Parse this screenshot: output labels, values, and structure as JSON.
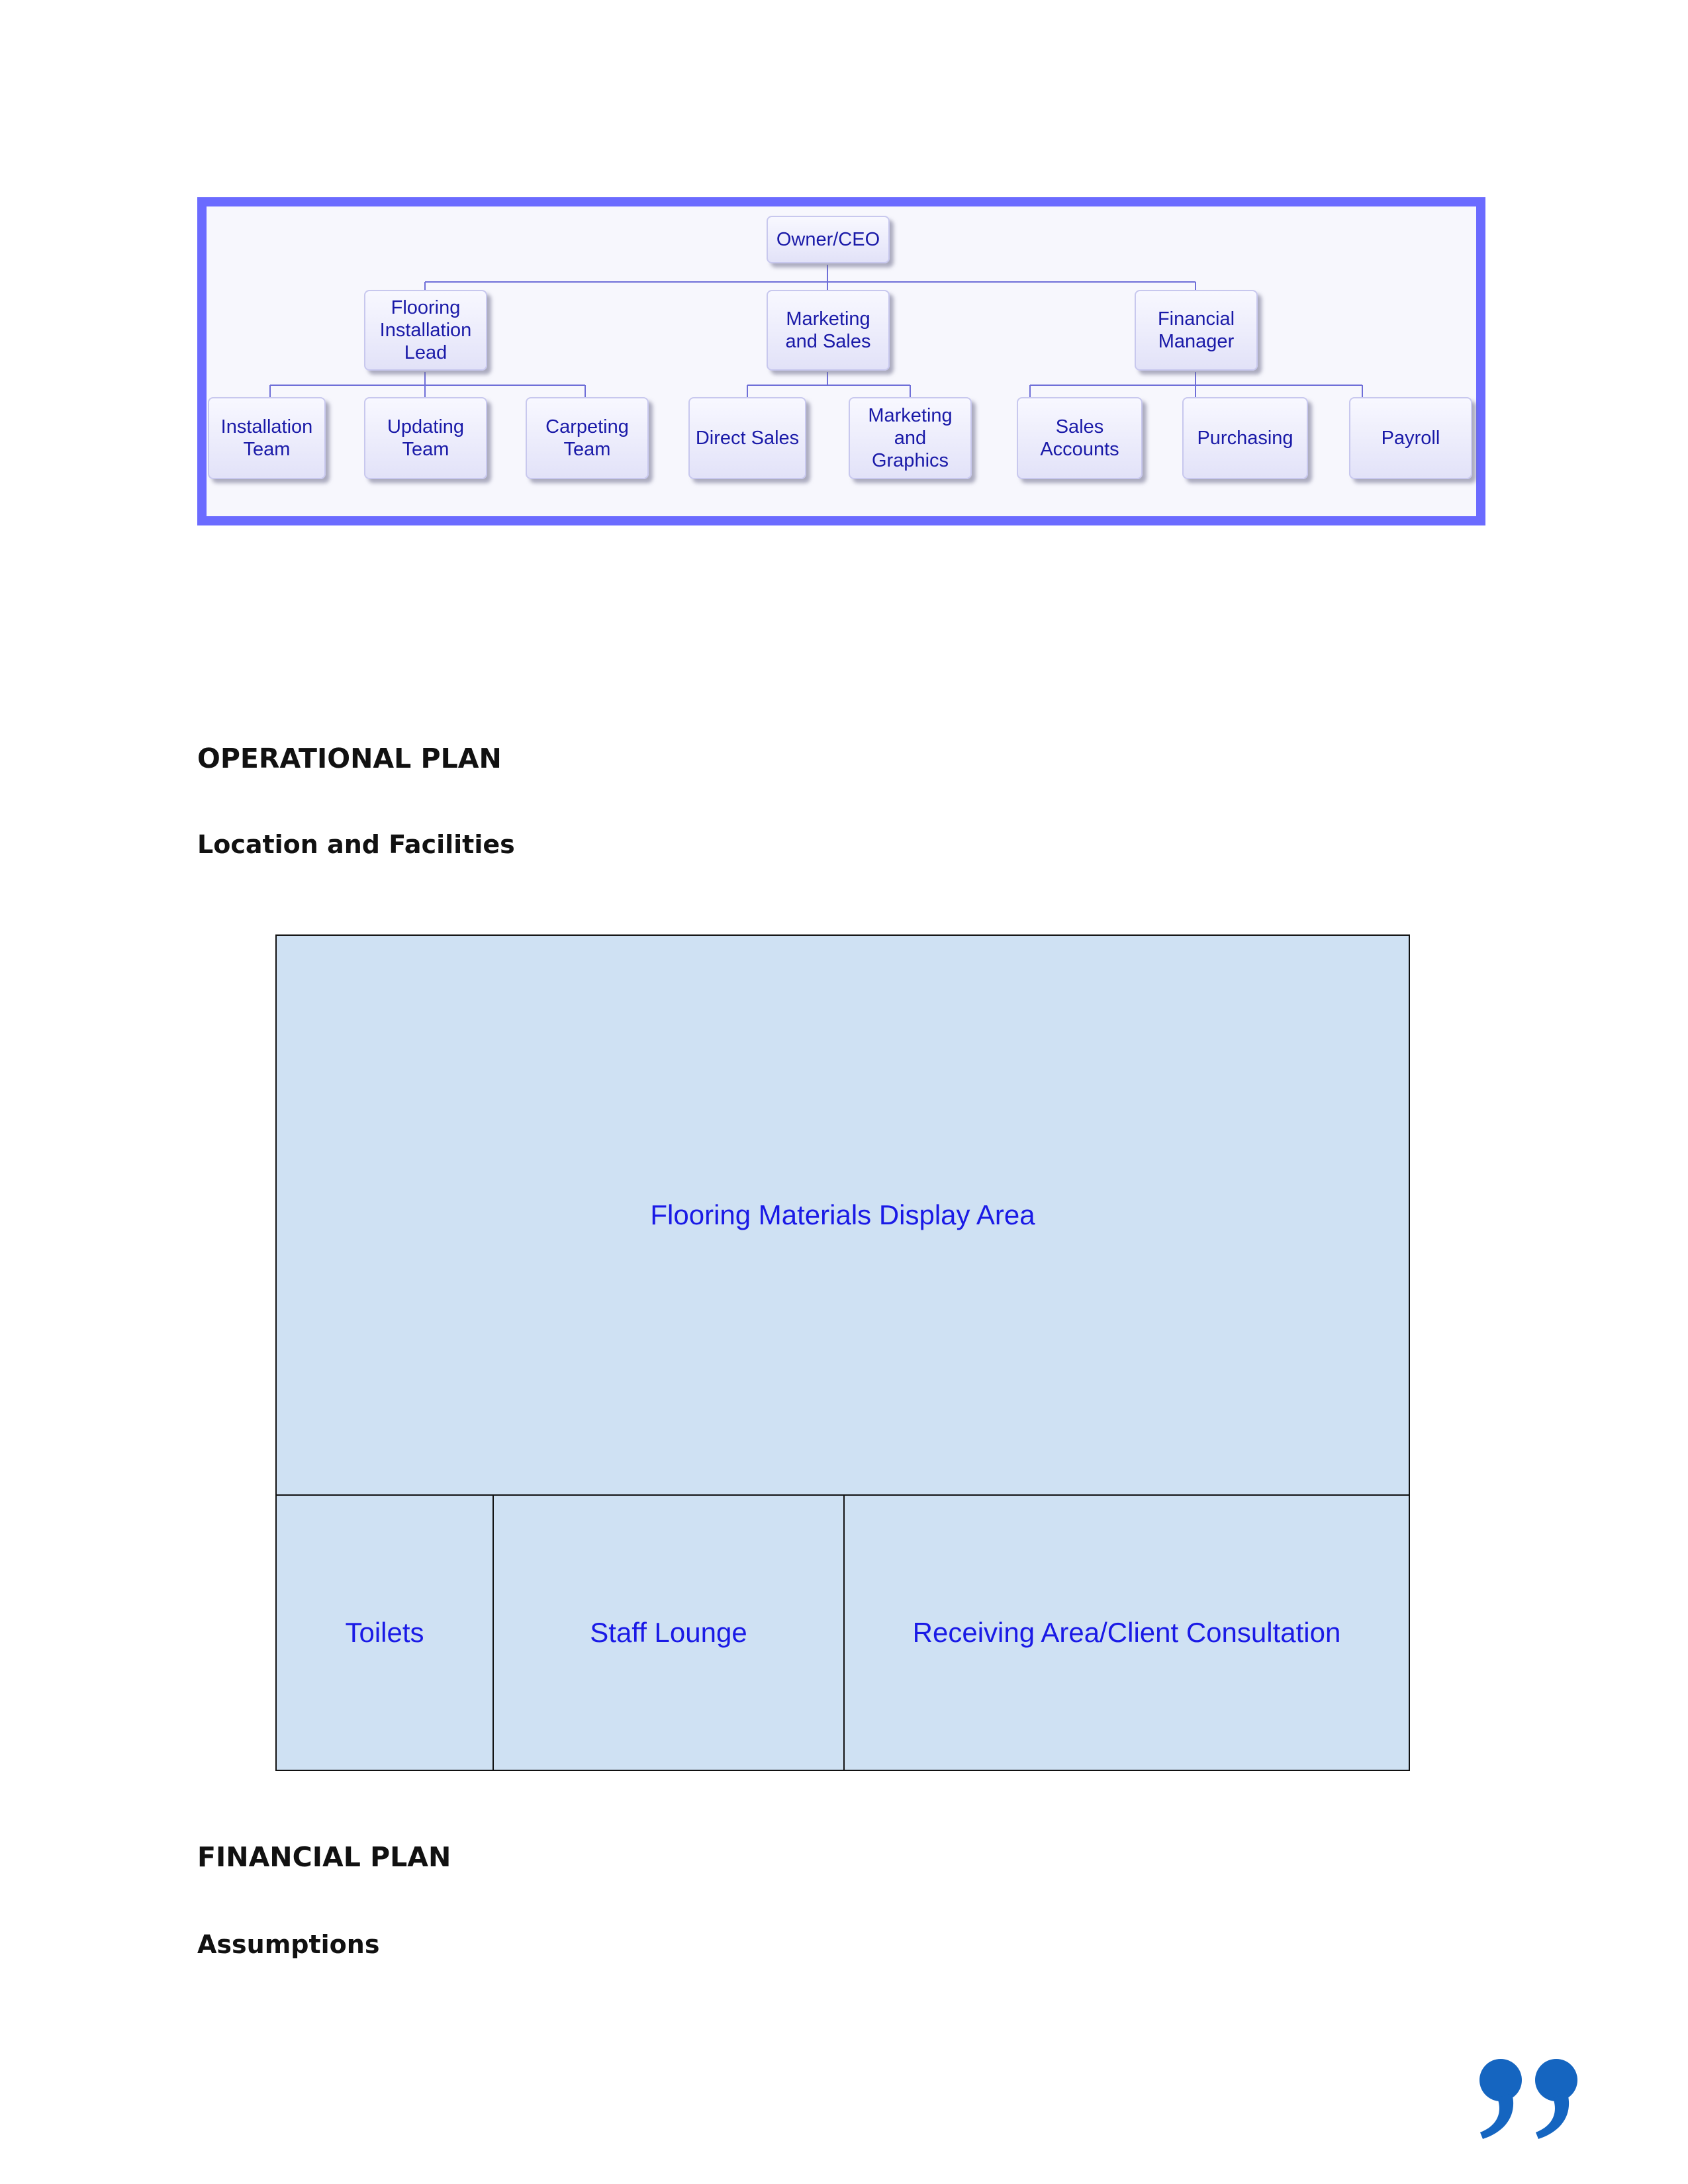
{
  "org_chart": {
    "root": "Owner/CEO",
    "managers": [
      "Flooring\nInstallation\nLead",
      "Marketing\nand Sales",
      "Financial\nManager"
    ],
    "teams": [
      "Installation\nTeam",
      "Updating\nTeam",
      "Carpeting\nTeam",
      "Direct Sales",
      "Marketing\nand\nGraphics",
      "Sales\nAccounts",
      "Purchasing",
      "Payroll"
    ]
  },
  "operational_plan": {
    "heading": "OPERATIONAL PLAN",
    "subheading": "Location and Facilities"
  },
  "floor_plan": {
    "display_area": "Flooring Materials Display Area",
    "toilets": "Toilets",
    "staff_lounge": "Staff Lounge",
    "receiving": "Receiving Area/Client Consultation"
  },
  "financial_plan": {
    "heading": "FINANCIAL PLAN",
    "subheading": "Assumptions"
  },
  "colors": {
    "chart_border": "#6b6bff",
    "node_text": "#1a1aa8",
    "floor_fill": "#cfe1f3",
    "room_text": "#1a1ae6",
    "quote_icon": "#1565c0"
  },
  "icons": {
    "quote": "closing-quote-icon"
  }
}
